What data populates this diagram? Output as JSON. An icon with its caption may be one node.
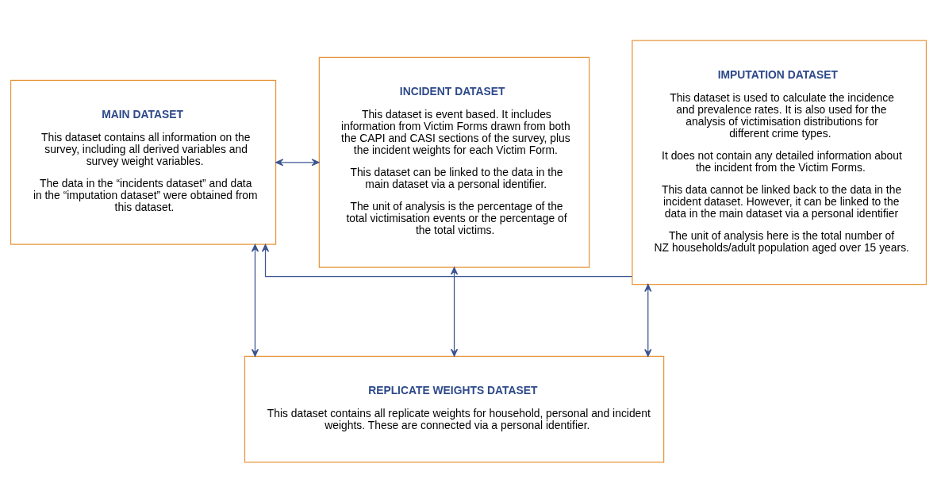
{
  "diagram": {
    "nodes": [
      {
        "text": [
          "MAIN DATASET",
          "This dataset contains all information on the survey, including all derived variables and survey weight variables.",
          "The data in the “incidents dataset” and data in the “imputation dataset” were obtained from this dataset."
        ]
      },
      {
        "text": [
          "INCIDENT DATASET",
          "This dataset is event based. It includes information from Victim Forms drawn from both the CAPI and CASI sections of the survey, plus the incident weights for each Victim Form.",
          "This dataset can be linked to the data in the main dataset via a personal identifier.",
          "The unit of analysis is the percentage of the total victimisation events or the percentage of the total victims."
        ]
      },
      {
        "text": [
          "IMPUTATION DATASET",
          "This dataset is used to calculate the incidence and prevalence rates. It is also used for the analysis of victimisation distributions for different crime types.",
          "It does not contain any detailed information about the incident from the Victim Forms.",
          "This data cannot be linked back to the data in the incident dataset. However, it can be linked to the data in the main dataset via a personal identifier",
          "The unit of analysis here is the total number of NZ households/adult population aged over 15 years."
        ]
      },
      {
        "text": [
          "REPLICATE WEIGHTS DATASET",
          "This dataset contains all replicate weights for household, personal and incident weights. These are connected via a personal identifier."
        ]
      }
    ],
    "edges": [
      {
        "from": 0,
        "to": 1,
        "arrow": "both"
      },
      {
        "from": 2,
        "to": 0,
        "arrow": "to"
      },
      {
        "from": 1,
        "to": 3,
        "arrow": "both"
      },
      {
        "from": 0,
        "to": 3,
        "arrow": "both"
      },
      {
        "from": 2,
        "to": 3,
        "arrow": "both"
      }
    ]
  }
}
